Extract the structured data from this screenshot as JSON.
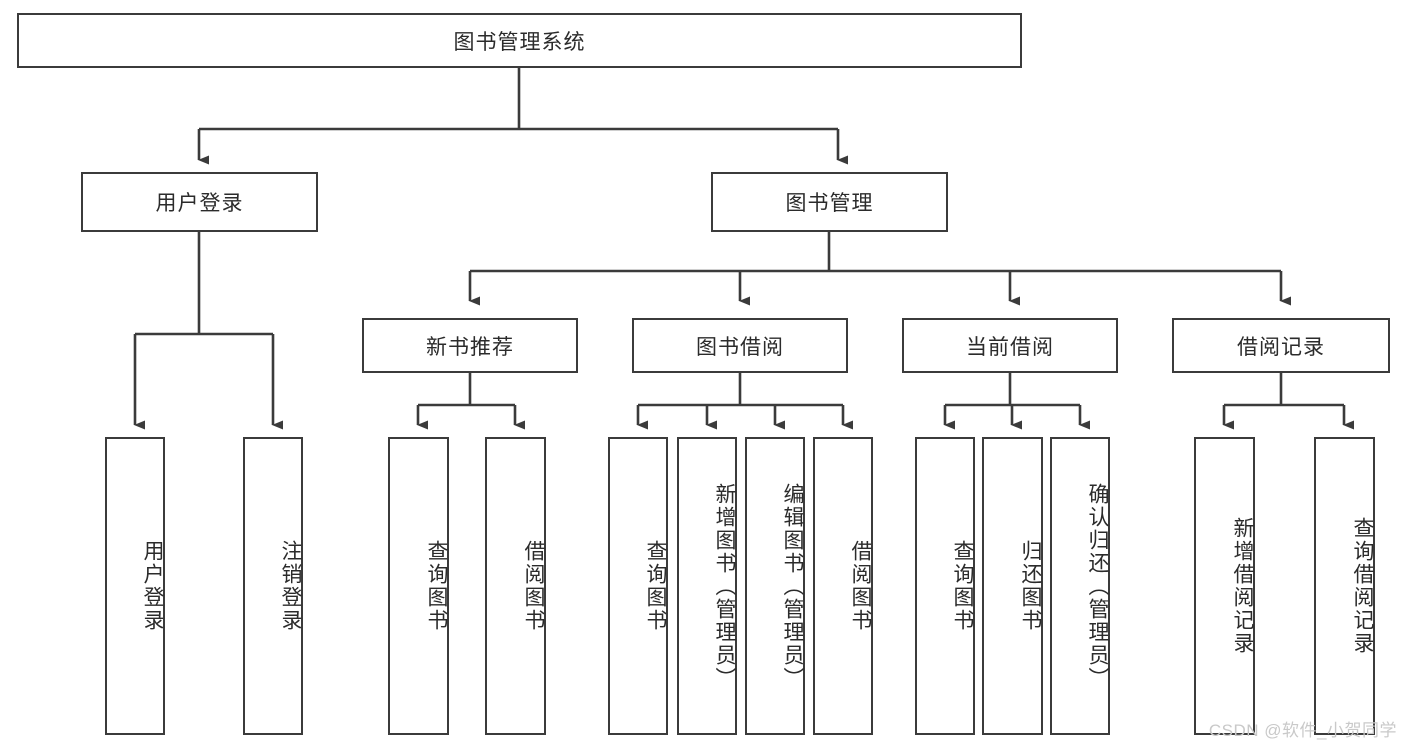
{
  "diagram": {
    "title_text": "图书管理系统",
    "type": "hierarchy-tree",
    "stroke_color": "#3b3b3b",
    "background_color": "#ffffff",
    "text_color": "#2b2b2b",
    "levels": 4,
    "nodes": {
      "root": {
        "label": "图书管理系统",
        "level": 0,
        "orientation": "horizontal"
      },
      "l1": [
        {
          "id": "user-login",
          "label": "用户登录",
          "level": 1,
          "orientation": "horizontal"
        },
        {
          "id": "book-management",
          "label": "图书管理",
          "level": 1,
          "orientation": "horizontal"
        }
      ],
      "l2": [
        {
          "id": "new-book-recommend",
          "label": "新书推荐",
          "level": 2,
          "orientation": "horizontal",
          "parent": "book-management"
        },
        {
          "id": "book-borrow",
          "label": "图书借阅",
          "level": 2,
          "orientation": "horizontal",
          "parent": "book-management"
        },
        {
          "id": "current-borrow",
          "label": "当前借阅",
          "level": 2,
          "orientation": "horizontal",
          "parent": "book-management"
        },
        {
          "id": "borrow-record",
          "label": "借阅记录",
          "level": 2,
          "orientation": "horizontal",
          "parent": "book-management"
        }
      ],
      "leaves": [
        {
          "id": "leaf-user-login",
          "label": "用户登录",
          "parent": "user-login",
          "orientation": "vertical"
        },
        {
          "id": "leaf-logout-login",
          "label": "注销登录",
          "parent": "user-login",
          "orientation": "vertical"
        },
        {
          "id": "leaf-query-book-1",
          "label": "查询图书",
          "parent": "new-book-recommend",
          "orientation": "vertical"
        },
        {
          "id": "leaf-borrow-book-1",
          "label": "借阅图书",
          "parent": "new-book-recommend",
          "orientation": "vertical"
        },
        {
          "id": "leaf-query-book-2",
          "label": "查询图书",
          "parent": "book-borrow",
          "orientation": "vertical"
        },
        {
          "id": "leaf-add-book",
          "label": "新增图书（管理员）",
          "parent": "book-borrow",
          "orientation": "vertical"
        },
        {
          "id": "leaf-edit-book",
          "label": "编辑图书（管理员）",
          "parent": "book-borrow",
          "orientation": "vertical"
        },
        {
          "id": "leaf-borrow-book-2",
          "label": "借阅图书",
          "parent": "book-borrow",
          "orientation": "vertical"
        },
        {
          "id": "leaf-query-book-3",
          "label": "查询图书",
          "parent": "current-borrow",
          "orientation": "vertical"
        },
        {
          "id": "leaf-return-book",
          "label": "归还图书",
          "parent": "current-borrow",
          "orientation": "vertical"
        },
        {
          "id": "leaf-confirm-return",
          "label": "确认归还（管理员）",
          "parent": "current-borrow",
          "orientation": "vertical"
        },
        {
          "id": "leaf-add-record",
          "label": "新增借阅记录",
          "parent": "borrow-record",
          "orientation": "vertical"
        },
        {
          "id": "leaf-query-record",
          "label": "查询借阅记录",
          "parent": "borrow-record",
          "orientation": "vertical"
        }
      ]
    }
  },
  "watermark": {
    "text": "CSDN @软件_小贺同学"
  }
}
